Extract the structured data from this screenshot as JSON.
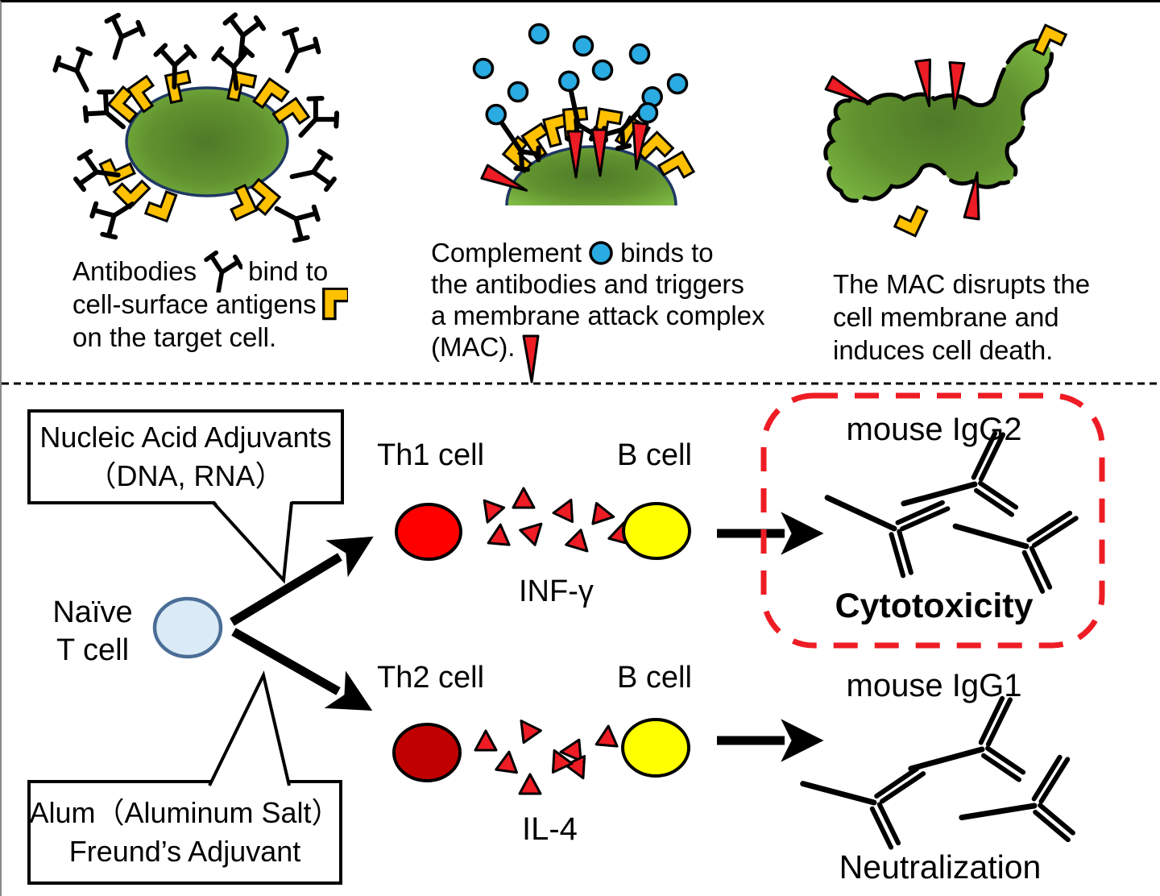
{
  "colors": {
    "cell_green_center": "#4f7a28",
    "cell_green_edge": "#80bd45",
    "cell_border": "#1f3864",
    "antigen_orange": "#ffc000",
    "complement_blue": "#2aabe2",
    "spike_red": "#ee1c24",
    "th1_red": "#fe0000",
    "th2_dark_red": "#c00000",
    "bcell_yellow": "#ffff00",
    "naive_fill": "#daeaf6",
    "naive_border": "#4a6d96",
    "box_dash_red": "#ee1c24",
    "arrow_black": "#000000"
  },
  "icons": {
    "antibody": "black Y-shaped antibody",
    "antigen": "orange L-shaped cell-surface antigen",
    "complement": "blue circle (complement)",
    "mac_spike": "red wedge (membrane attack complex)",
    "cytokine_triangle": "small red triangle (cytokine)",
    "igg_antibody": "double-line Y antibody (IgG)"
  },
  "top": {
    "panel1": {
      "caption": {
        "part1": "Antibodies",
        "part2": "bind to",
        "line2": "cell-surface antigens",
        "line3": "on the target cell."
      }
    },
    "panel2": {
      "caption": {
        "part1": "Complement",
        "part2": "binds to",
        "line2": "the antibodies and triggers",
        "line3": "a membrane attack complex",
        "line4": "(MAC)."
      }
    },
    "panel3": {
      "caption": {
        "line1": "The MAC disrupts the",
        "line2": "cell membrane and",
        "line3": "induces cell death."
      }
    }
  },
  "bottom": {
    "bubble_top": {
      "line1": "Nucleic Acid Adjuvants",
      "line2": "（DNA, RNA）"
    },
    "bubble_bottom": {
      "line1": "Alum（Aluminum Salt）",
      "line2": "Freund’s Adjuvant"
    },
    "naive": {
      "line1": "Naïve",
      "line2": "T cell"
    },
    "th1_label": "Th1 cell",
    "th2_label": "Th2 cell",
    "bcell_top": "B cell",
    "bcell_bottom": "B cell",
    "cytokine_top": "INF-γ",
    "cytokine_bottom": "IL-4",
    "igg2_title": "mouse IgG2",
    "igg2_effect": "Cytotoxicity",
    "igg1_title": "mouse IgG1",
    "igg1_effect": "Neutralization"
  }
}
